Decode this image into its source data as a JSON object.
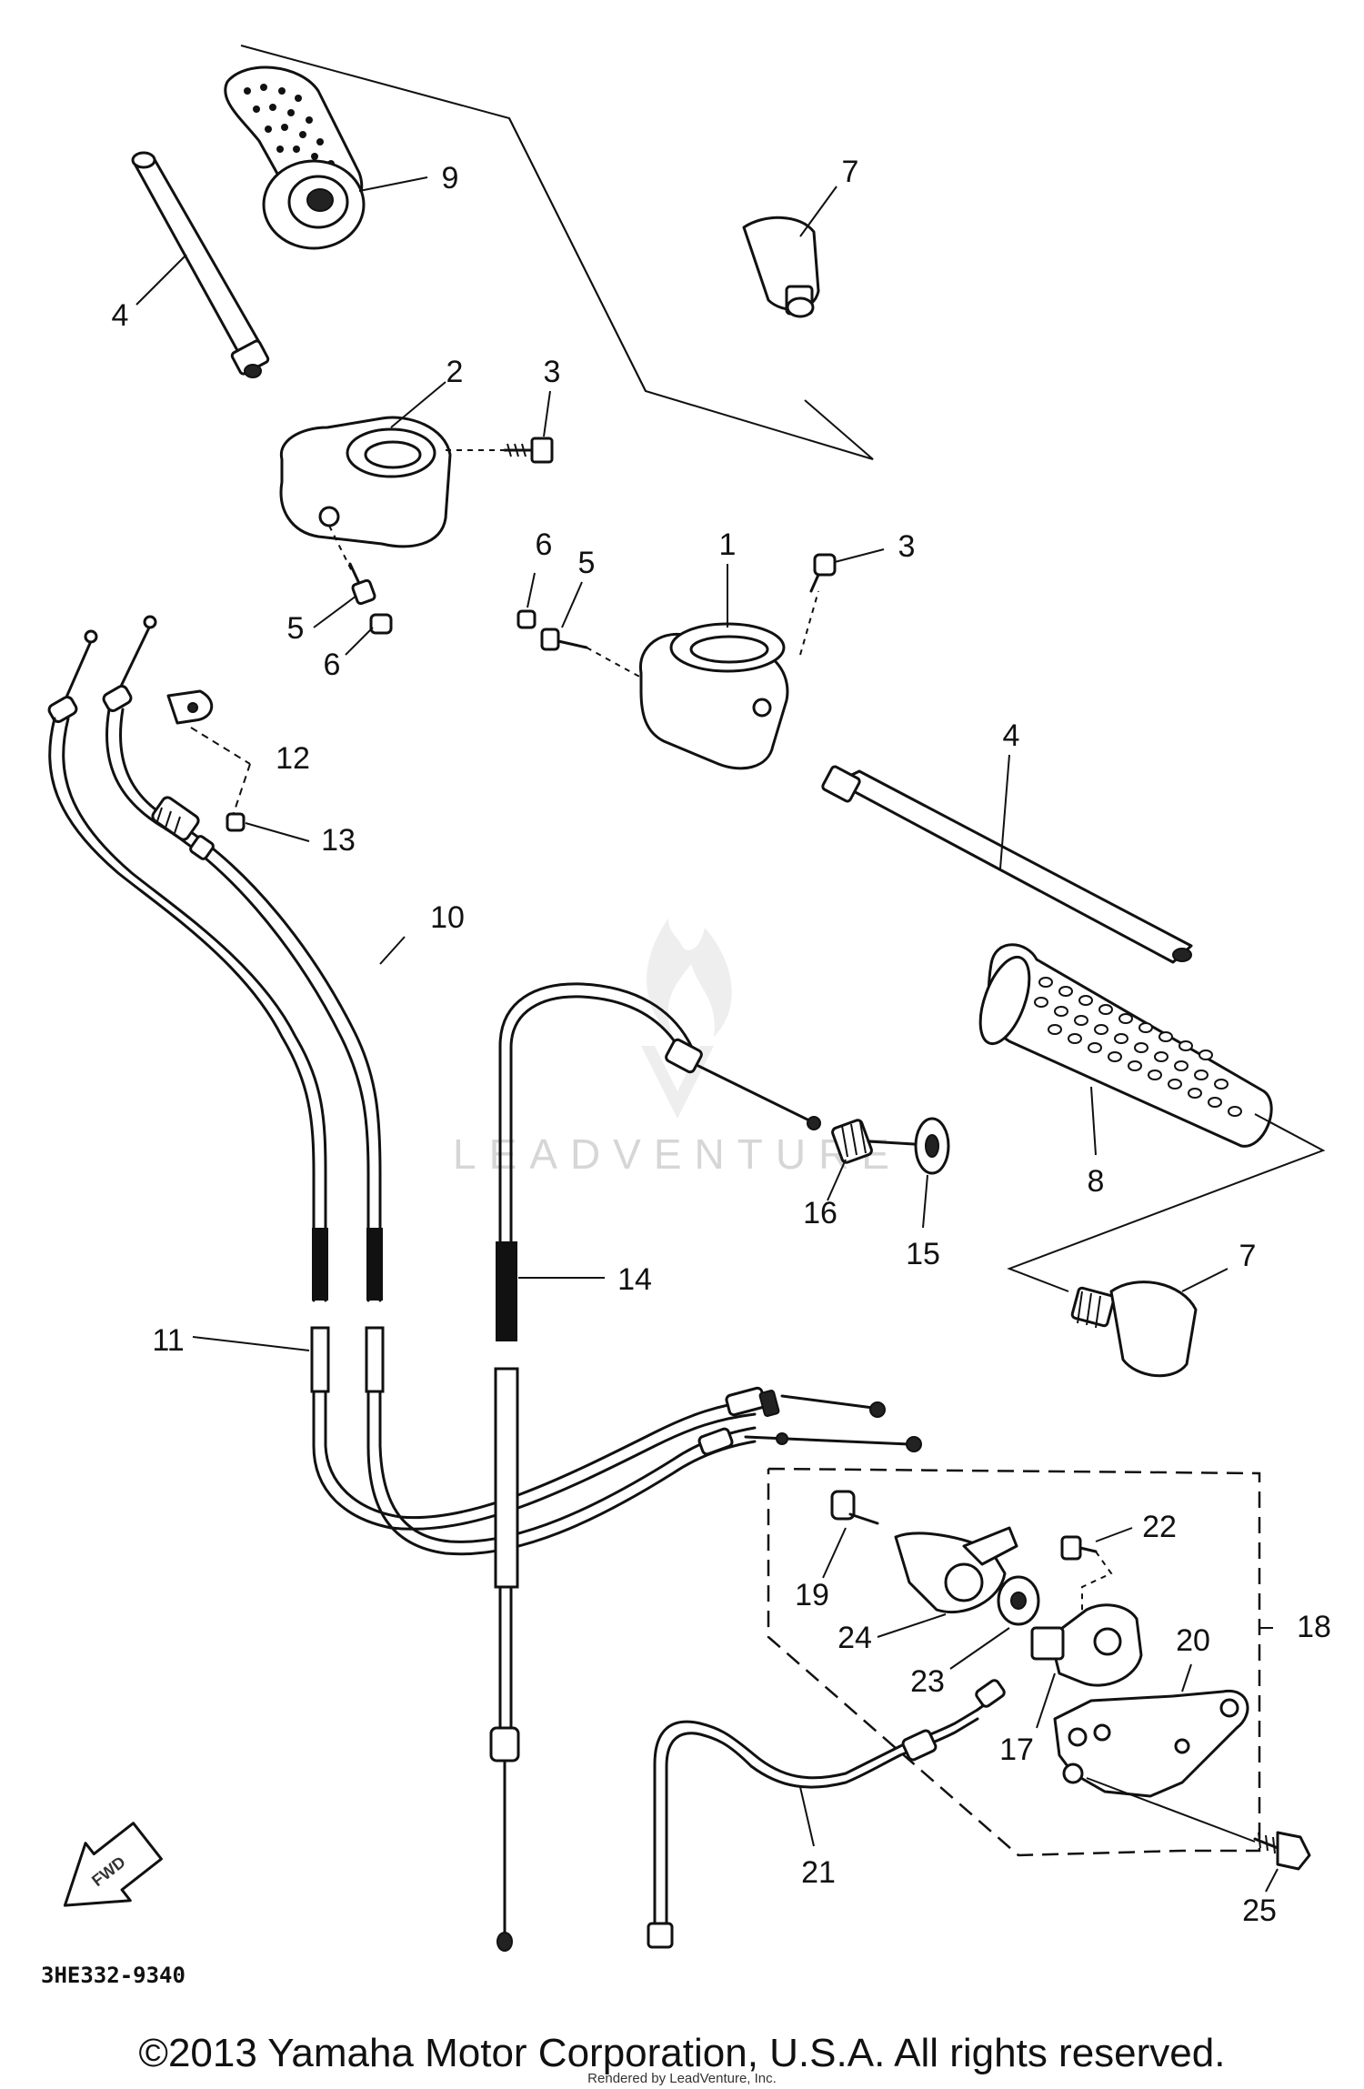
{
  "diagram_code": "3HE332-9340",
  "copyright": "©2013 Yamaha Motor Corporation, U.S.A. All rights reserved.",
  "rendered_by": "Rendered by LeadVenture, Inc.",
  "watermark": "LEADVENTURE",
  "fwd_label": "FWD",
  "callouts": [
    {
      "id": "c9",
      "label": "9"
    },
    {
      "id": "c7a",
      "label": "7"
    },
    {
      "id": "c4a",
      "label": "4"
    },
    {
      "id": "c2",
      "label": "2"
    },
    {
      "id": "c3a",
      "label": "3"
    },
    {
      "id": "c6a",
      "label": "6"
    },
    {
      "id": "c5a",
      "label": "5"
    },
    {
      "id": "c1",
      "label": "1"
    },
    {
      "id": "c3b",
      "label": "3"
    },
    {
      "id": "c5b",
      "label": "5"
    },
    {
      "id": "c6b",
      "label": "6"
    },
    {
      "id": "c12",
      "label": "12"
    },
    {
      "id": "c13",
      "label": "13"
    },
    {
      "id": "c4b",
      "label": "4"
    },
    {
      "id": "c10",
      "label": "10"
    },
    {
      "id": "c16",
      "label": "16"
    },
    {
      "id": "c15",
      "label": "15"
    },
    {
      "id": "c8",
      "label": "8"
    },
    {
      "id": "c14",
      "label": "14"
    },
    {
      "id": "c7b",
      "label": "7"
    },
    {
      "id": "c11",
      "label": "11"
    },
    {
      "id": "c22",
      "label": "22"
    },
    {
      "id": "c24",
      "label": "24"
    },
    {
      "id": "c18",
      "label": "18"
    },
    {
      "id": "c19",
      "label": "19"
    },
    {
      "id": "c20",
      "label": "20"
    },
    {
      "id": "c23",
      "label": "23"
    },
    {
      "id": "c21",
      "label": "21"
    },
    {
      "id": "c17",
      "label": "17"
    },
    {
      "id": "c25",
      "label": "25"
    }
  ]
}
